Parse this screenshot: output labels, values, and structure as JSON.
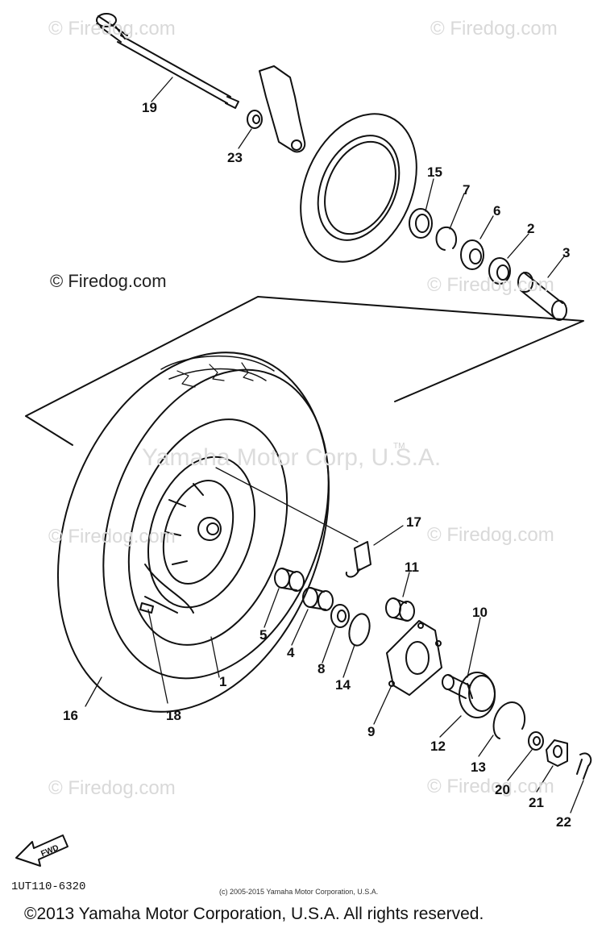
{
  "watermarks": {
    "firedog": "© Firedog.com",
    "firedog_dark": "© Firedog.com",
    "yamaha": "Yamaha Motor Corp, U.S.A.",
    "tm": "TM"
  },
  "callouts": {
    "c1": "1",
    "c2": "2",
    "c3": "3",
    "c4": "4",
    "c5": "5",
    "c6": "6",
    "c7": "7",
    "c8": "8",
    "c9": "9",
    "c10": "10",
    "c11": "11",
    "c12": "12",
    "c13": "13",
    "c14": "14",
    "c15": "15",
    "c16": "16",
    "c17": "17",
    "c18": "18",
    "c19": "19",
    "c20": "20",
    "c21": "21",
    "c22": "22",
    "c23": "23"
  },
  "fwd_label": "FWD",
  "part_code": "1UT110-6320",
  "small_copyright": "(c) 2005-2015 Yamaha Motor Corporation, U.S.A.",
  "copyright": "©2013 Yamaha Motor Corporation, U.S.A. All rights reserved.",
  "colors": {
    "line": "#111111",
    "watermark": "#d9d9d9",
    "background": "#ffffff"
  }
}
